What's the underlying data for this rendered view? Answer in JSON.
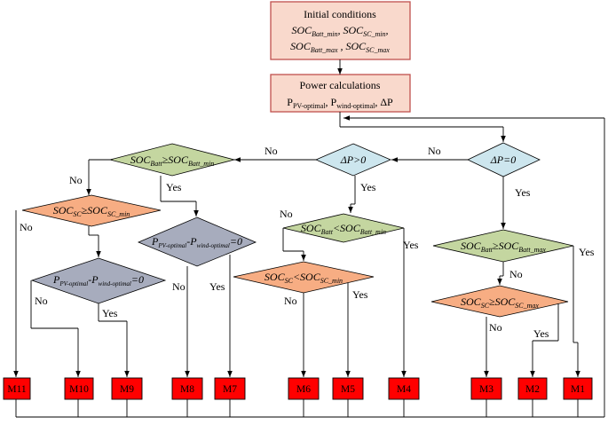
{
  "initial": {
    "title": "Initial conditions",
    "line1": "SOC_Batt_min, SOC_SC_min,",
    "line2": "SOC_Batt_max , SOC_SC_max"
  },
  "power": {
    "title": "Power calculations",
    "line": "P_PV-optimal, P_wind-optimal, ΔP"
  },
  "decisions": {
    "dp0": "ΔP=0",
    "dpgt0": "ΔP>0",
    "batt_ge_min": "SOC_Batt≥SOC_Batt_min",
    "sc_ge_min": "SOC_SC≥SOC_SC_min",
    "pv_wind_eq0_a": "P_PV-optimal-P_wind-optimal=0",
    "pv_wind_eq0_b": "P_PV-optimal-P_wind-optimal=0",
    "batt_lt_min": "SOC_Batt<SOC_Batt_min",
    "sc_lt_min": "SOC_SC<SOC_SC_min",
    "batt_ge_max": "SOC_Batt≥SOC_Batt_max",
    "sc_ge_max": "SOC_SC≥SOC_SC_max"
  },
  "yes": "Yes",
  "no": "No",
  "modes": [
    "M11",
    "M10",
    "M9",
    "M8",
    "M7",
    "M6",
    "M5",
    "M4",
    "M3",
    "M2",
    "M1"
  ],
  "colors": {
    "init_fill": "#f9d9cc",
    "init_stroke": "#c0504d",
    "green": "#c4d6a0",
    "blue": "#cde6ee",
    "orange": "#f7ad83",
    "gray": "#a7acbd",
    "mode": "#ff0000"
  }
}
